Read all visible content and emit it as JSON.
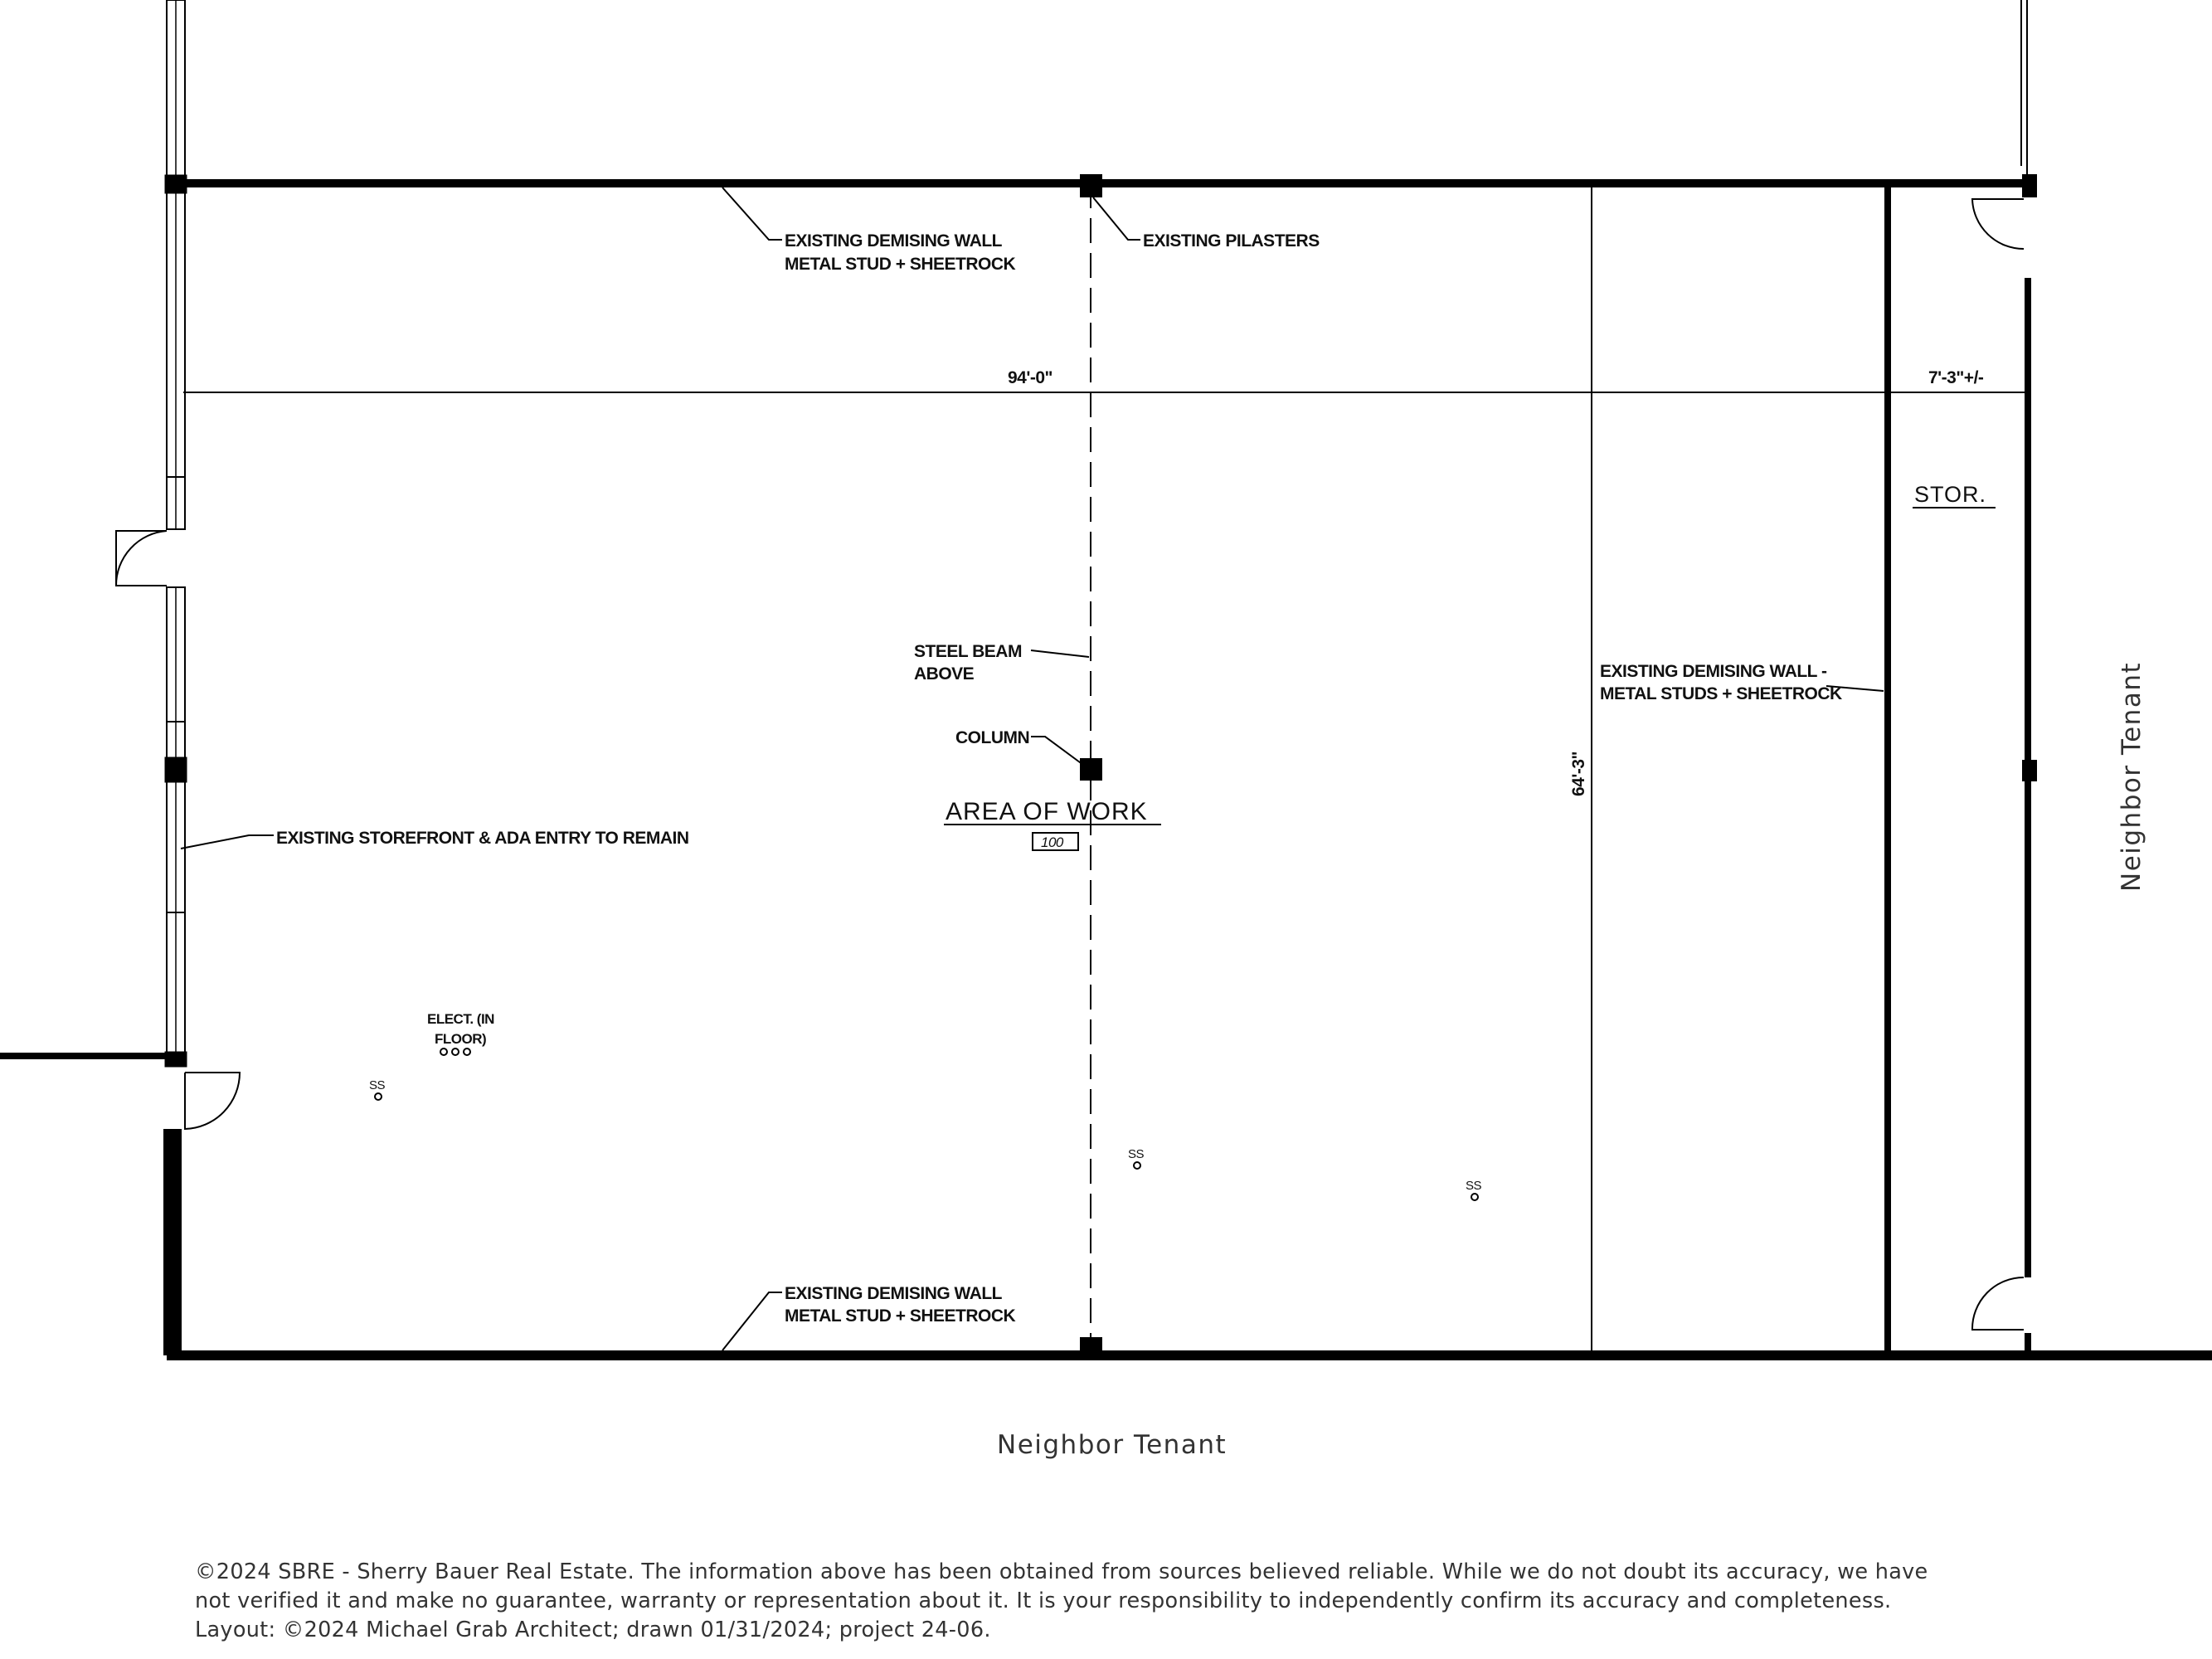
{
  "plan": {
    "labels": {
      "demising_top": [
        "EXISTING DEMISING WALL",
        "METAL STUD + SHEETROCK"
      ],
      "pilasters": "EXISTING PILASTERS",
      "dim_width": "94'-0\"",
      "dim_stor": "7'-3\"+/-",
      "stor": "STOR.",
      "steel_beam": [
        "STEEL BEAM",
        "ABOVE"
      ],
      "column": "COLUMN",
      "area_of_work": "AREA OF WORK",
      "room_number": "100",
      "dim_depth": "64'-3\"",
      "demising_right": [
        "EXISTING DEMISING WALL -",
        "METAL STUDS + SHEETROCK"
      ],
      "storefront": "EXISTING STOREFRONT & ADA ENTRY TO REMAIN",
      "elect": [
        "ELECT. (IN",
        "FLOOR)"
      ],
      "ss": "SS",
      "demising_bottom": [
        "EXISTING DEMISING WALL",
        "METAL STUD + SHEETROCK"
      ]
    },
    "neighbor_right": "Neighbor Tenant",
    "neighbor_bottom": "Neighbor Tenant"
  },
  "footer": {
    "lines": [
      "©2024 SBRE - Sherry Bauer Real Estate. The information above has been obtained from sources believed reliable. While we do not doubt its accuracy, we have",
      "not verified it and make no guarantee, warranty or representation about it. It is your responsibility to independently confirm its accuracy and completeness.",
      "Layout: ©2024 Michael Grab Architect; drawn 01/31/2024; project 24-06."
    ]
  }
}
